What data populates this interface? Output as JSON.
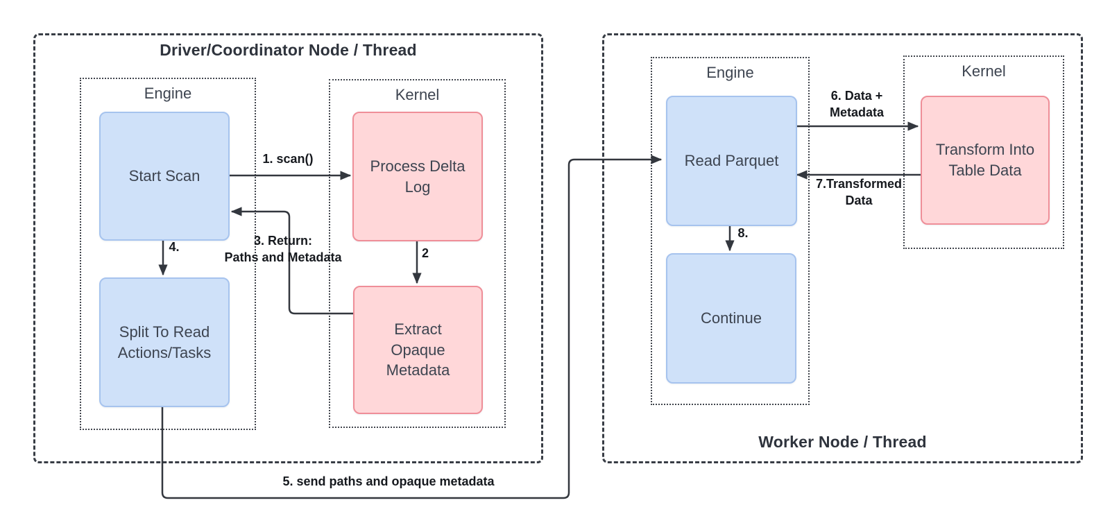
{
  "driver": {
    "title": "Driver/Coordinator Node / Thread",
    "engine": {
      "label": "Engine",
      "start_scan": "Start Scan",
      "split_tasks": "Split To Read Actions/Tasks"
    },
    "kernel": {
      "label": "Kernel",
      "process_delta_log": "Process Delta Log",
      "extract_metadata": "Extract Opaque Metadata"
    }
  },
  "worker": {
    "title": "Worker Node / Thread",
    "engine": {
      "label": "Engine",
      "read_parquet": "Read Parquet",
      "continue_step": "Continue"
    },
    "kernel": {
      "label": "Kernel",
      "transform": "Transform Into Table Data"
    }
  },
  "arrows": {
    "scan": "1. scan()",
    "step2": "2",
    "return_line1": "3. Return:",
    "return_line2": "Paths and Metadata",
    "step4": "4.",
    "send_paths": "5. send paths and opaque metadata",
    "data_metadata_line1": "6. Data +",
    "data_metadata_line2": "Metadata",
    "transformed_line1": "7.Transformed",
    "transformed_line2": "Data",
    "step8": "8."
  },
  "colors": {
    "engine_node_fill": "#cfe1f9",
    "engine_node_border": "#a6c3ee",
    "kernel_node_fill": "#ffd7d9",
    "kernel_node_border": "#ef8e98",
    "connector": "#33373e",
    "node_text": "#3d4450",
    "label_text": "#16191e"
  }
}
